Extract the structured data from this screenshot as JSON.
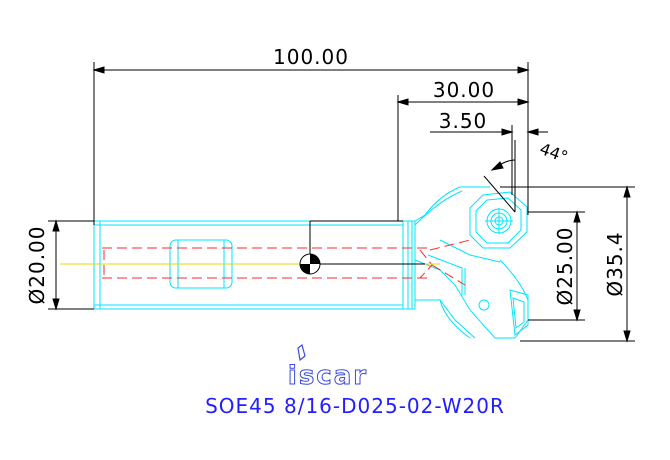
{
  "drawing": {
    "dimensions": {
      "overall_length": "100.00",
      "head_length": "30.00",
      "insert_offset": "3.50",
      "lead_angle": "44°",
      "shank_diameter": "Ø20.00",
      "cutting_diameter": "Ø25.00",
      "max_diameter": "Ø35.4"
    },
    "logo_text": "iscar",
    "product_code": "SOE45 8/16-D025-02-W20R",
    "colors": {
      "outline": "#00e5ff",
      "hidden_line": "#ff2a2a",
      "center_line": "#e8d800",
      "dimension": "#000000",
      "code_text": "#2020ff",
      "logo": "#3a4cd8"
    }
  }
}
